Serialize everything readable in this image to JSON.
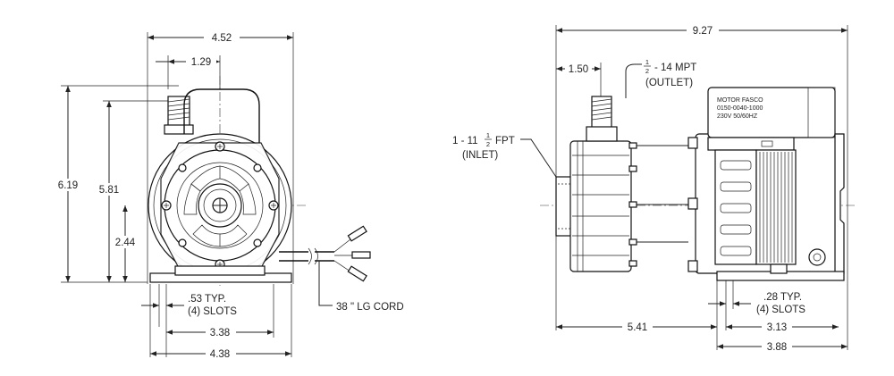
{
  "front_view": {
    "dimensions": {
      "overall_width": "4.52",
      "outlet_offset": "1.29",
      "overall_height": "6.19",
      "outlet_height": "5.81",
      "shaft_height": "2.44",
      "slot_spacing": "3.38",
      "base_width": "4.38"
    },
    "notes": {
      "slots_line1": ".53 TYP.",
      "slots_line2": "(4) SLOTS",
      "cord": "38 \" LG CORD"
    }
  },
  "side_view": {
    "dimensions": {
      "overall_length": "9.27",
      "outlet_offset": "1.50",
      "inlet_to_base": "5.41",
      "slot_spacing": "3.13",
      "base_length": "3.88"
    },
    "notes": {
      "outlet_line1_pre": "- 14 MPT",
      "outlet_frac_num": "1",
      "outlet_frac_den": "2",
      "outlet_line2": "(OUTLET)",
      "inlet_line1_pre": "1 - 11",
      "inlet_frac_num": "1",
      "inlet_frac_den": "2",
      "inlet_line1_post": "FPT",
      "inlet_line2": "(INLET)",
      "slots_line1": ".28 TYP.",
      "slots_line2": "(4) SLOTS"
    },
    "motor_label": {
      "line1": "MOTOR FASCO",
      "line2": "0150-0040-1000",
      "line3": "230V 50/60HZ"
    }
  }
}
